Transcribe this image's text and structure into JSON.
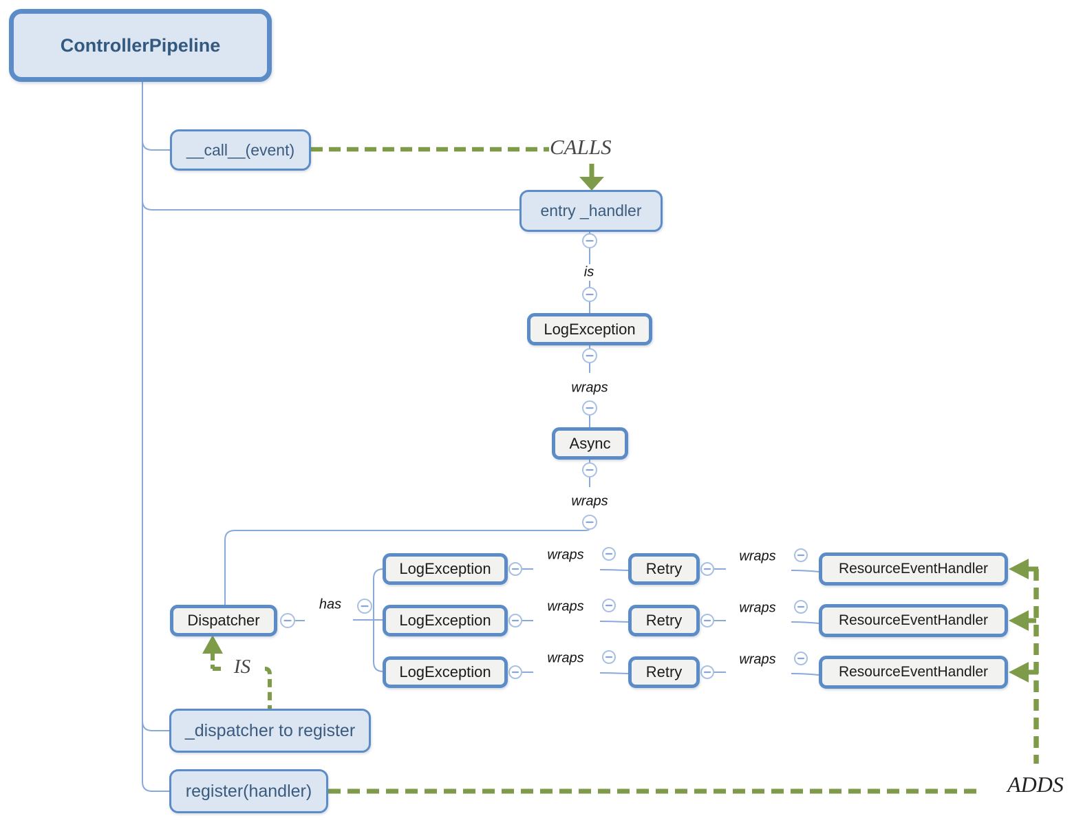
{
  "diagram": {
    "root_label": "ControllerPipeline",
    "methods": {
      "call": "__call__(event)",
      "entry": "entry _handler",
      "dispatcher_field": "_dispatcher to register",
      "register": "register(handler)"
    },
    "chain": {
      "is": "is",
      "log_exception": "LogException",
      "wraps_a": "wraps",
      "async_node": "Async",
      "wraps_b": "wraps",
      "dispatcher": "Dispatcher",
      "has": "has"
    },
    "rows": [
      {
        "log": "LogException",
        "wraps_a": "wraps",
        "retry": "Retry",
        "wraps_b": "wraps",
        "handler": "ResourceEventHandler"
      },
      {
        "log": "LogException",
        "wraps_a": "wraps",
        "retry": "Retry",
        "wraps_b": "wraps",
        "handler": "ResourceEventHandler"
      },
      {
        "log": "LogException",
        "wraps_a": "wraps",
        "retry": "Retry",
        "wraps_b": "wraps",
        "handler": "ResourceEventHandler"
      }
    ],
    "verbs": {
      "calls": "CALLS",
      "is": "IS",
      "adds": "ADDS"
    },
    "colors": {
      "node_border": "#5b8cc8",
      "node_fill_blue": "#dce6f3",
      "node_fill_gray": "#f2f2f1",
      "connector_blue": "#89a9d9",
      "relation_green": "#7d9b48",
      "root_text": "#33597f",
      "method_text": "#3a5b7e"
    }
  }
}
